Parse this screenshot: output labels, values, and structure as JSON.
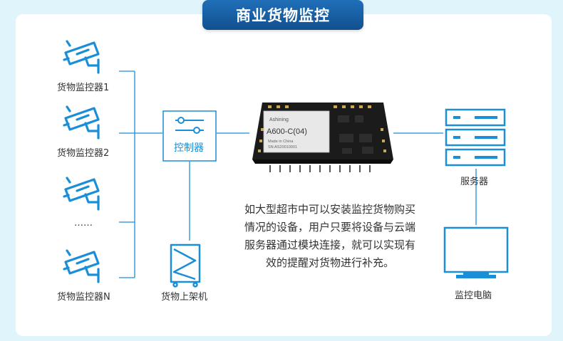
{
  "title": "商业货物监控",
  "cameras": [
    {
      "label": "货物监控器1"
    },
    {
      "label": "货物监控器2"
    },
    {
      "label": "……"
    },
    {
      "label": "货物监控器N"
    }
  ],
  "controller": {
    "label": "控制器"
  },
  "shelf": {
    "label": "货物上架机"
  },
  "module": {
    "brand": "Ashining",
    "model": "A600-C(04)",
    "made_in": "Made in China",
    "serial": "SN:AS20010001"
  },
  "server": {
    "label": "服务器"
  },
  "monitor_pc": {
    "label": "监控电脑"
  },
  "description": [
    "如大型超市中可以安装监控货物购买",
    "情况的设备，用户只要将设备与云端",
    "服务器通过模块连接，就可以实现有",
    "效的提醒对货物进行补充。"
  ],
  "colors": {
    "accent": "#1a8ed6",
    "title_bg": "#1560a6",
    "background": "#dff4fb"
  }
}
